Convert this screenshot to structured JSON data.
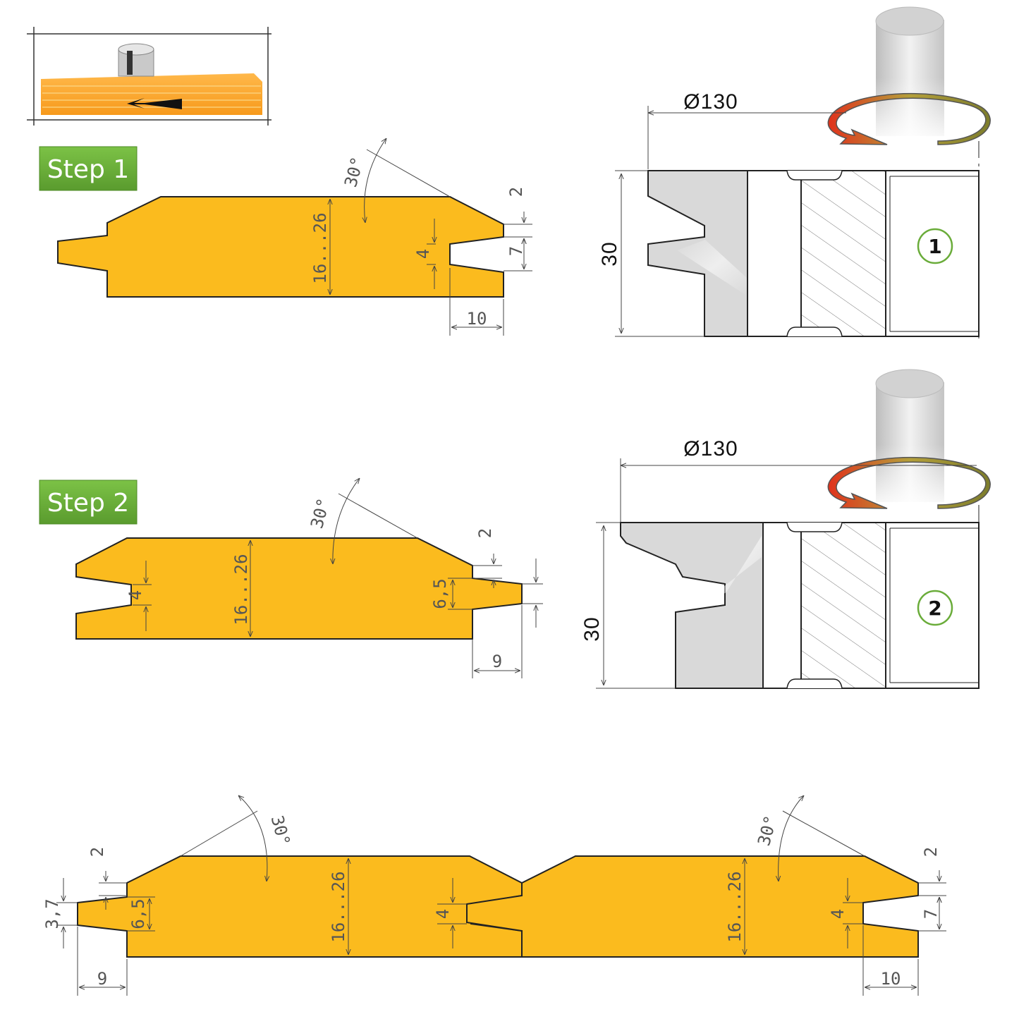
{
  "steps": {
    "step1": "Step 1",
    "step2": "Step 2"
  },
  "colors": {
    "wood": "#fbbb1e",
    "step_badge": "#6aac3a",
    "cutter_body": "#d9d9d9",
    "arrow_red": "#e0321c",
    "arrow_olive": "#8a8a2a",
    "label_circle": "#6aac3a"
  },
  "step1": {
    "angle": "30°",
    "thickness": "16...26",
    "groove_width": "4",
    "lip_offset": "2",
    "groove_offset": "7",
    "groove_depth": "10"
  },
  "step2": {
    "angle": "30°",
    "thickness": "16...26",
    "groove_width": "4",
    "lip_offset": "2",
    "tongue_height": "6,5",
    "tongue_length": "9"
  },
  "cutter1": {
    "diameter": "Ø130",
    "height": "30",
    "label": "1"
  },
  "cutter2": {
    "diameter": "Ø130",
    "height": "30",
    "label": "2"
  },
  "assembly": {
    "left_lip": "2",
    "left_tongue_tip": "3,7",
    "left_tongue_height": "6,5",
    "left_tongue_length": "9",
    "left_angle": "30°",
    "left_thickness": "16...26",
    "mid_groove": "4",
    "right_angle": "30°",
    "right_thickness": "16...26",
    "right_groove": "4",
    "right_lip": "2",
    "right_groove_offset": "7",
    "right_groove_depth": "10"
  },
  "icons": {
    "machine": "router-workpiece-icon",
    "spindle": "spindle-icon",
    "rotation": "rotation-arrow-icon"
  }
}
